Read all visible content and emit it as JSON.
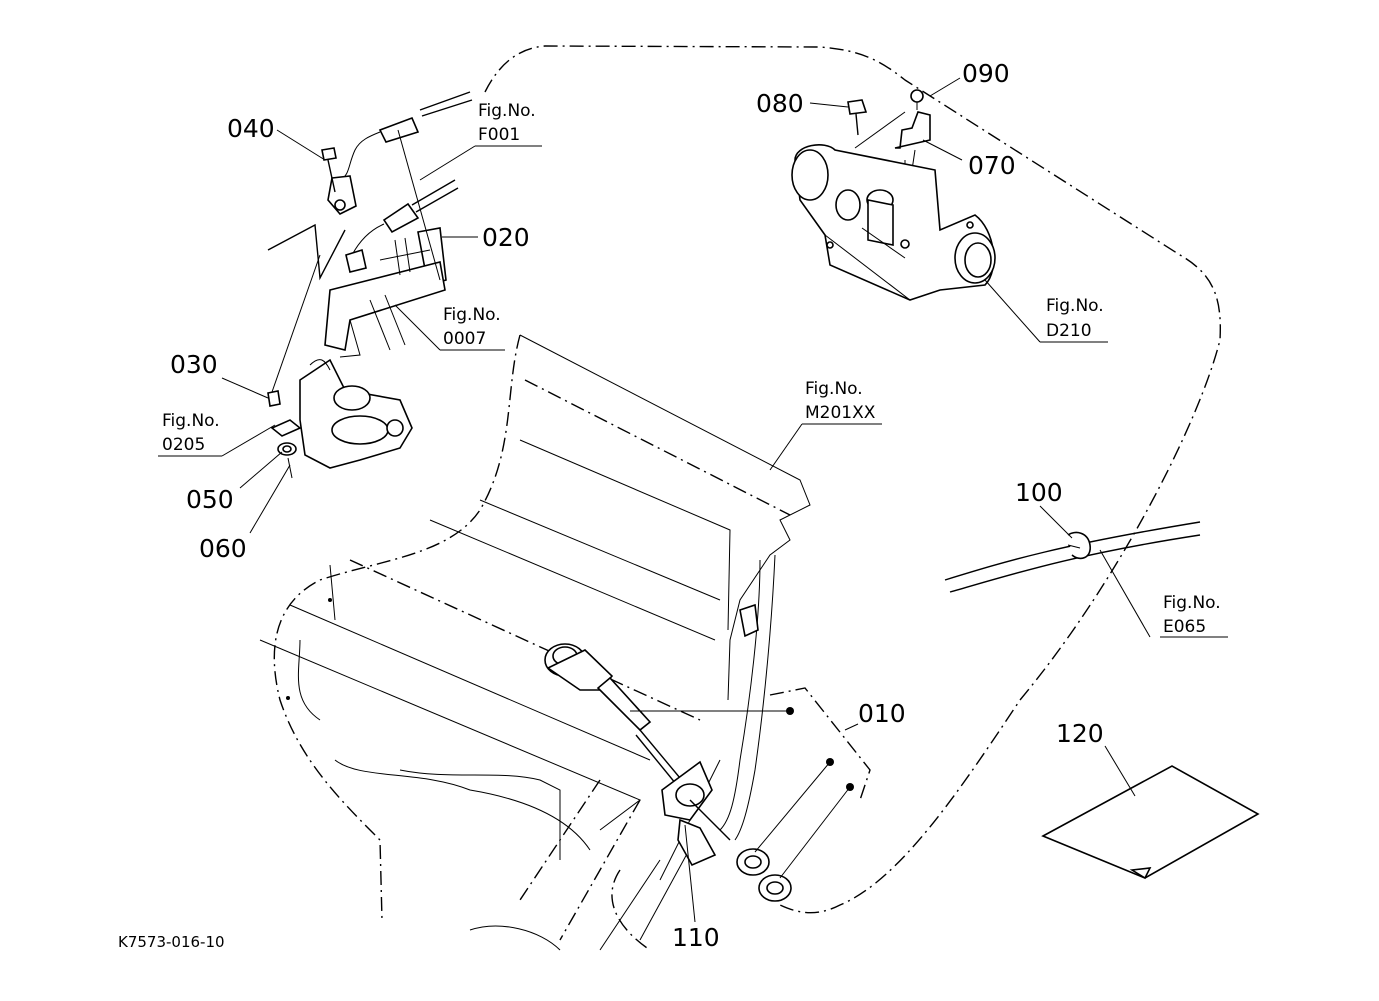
{
  "parts": {
    "p010": "010",
    "p020": "020",
    "p030": "030",
    "p040": "040",
    "p050": "050",
    "p060": "060",
    "p070": "070",
    "p080": "080",
    "p090": "090",
    "p100": "100",
    "p110": "110",
    "p120": "120"
  },
  "figures": {
    "label": "Fig.No.",
    "f001": "F001",
    "f0007": "0007",
    "f0205": "0205",
    "fd210": "D210",
    "fm201xx": "M201XX",
    "fe065": "E065"
  },
  "drawing_code": "K7573-016-10"
}
